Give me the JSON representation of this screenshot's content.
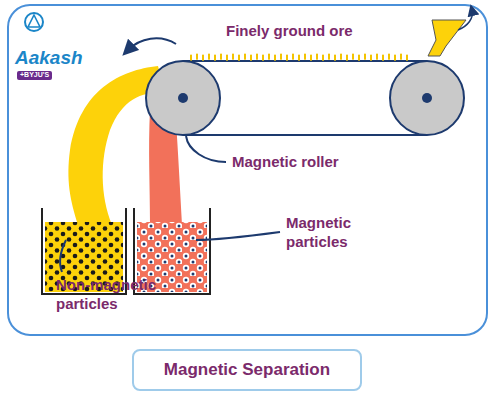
{
  "diagram": {
    "caption": "Magnetic Separation",
    "labels": [
      "Finely ground ore",
      "Magnetic roller",
      "Magnetic particles",
      "Non-magnetic particles",
      "Aakash",
      "+BYJU'S"
    ]
  }
}
